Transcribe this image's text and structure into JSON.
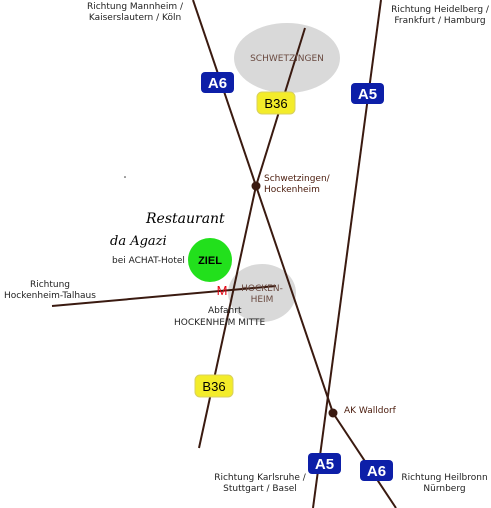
{
  "places": {
    "schwetzingen_town": "SCHWETZINGEN",
    "hockenheim_town": "HOCKEN-\nHEIM"
  },
  "highway_shields": {
    "a6_north": "A6",
    "a5_north": "A5",
    "a5_south": "A5",
    "a6_south": "A6"
  },
  "road_shields": {
    "b36_north": "B36",
    "b36_south": "B36"
  },
  "directions": {
    "mannheim": "Richtung Mannheim /\nKaiserslautern / Köln",
    "heidelberg": "Richtung Heidelberg /\nFrankfurt / Hamburg",
    "talhaus": "Richtung\nHockenheim-Talhaus",
    "karlsruhe": "Richtung Karlsruhe /\nStuttgart / Basel",
    "heilbronn": "Richtung Heilbronn\nNürnberg"
  },
  "junctions": {
    "schwetzingen_hockenheim": "Schwetzingen/\nHockenheim",
    "ak_walldorf": "AK Walldorf",
    "exit_label": "Abfahrt",
    "exit_name": "HOCKENHEIM MITTE"
  },
  "destination": {
    "restaurant_line1": "Restaurant",
    "restaurant_line2": "da Agazi",
    "hotel": "bei ACHAT-Hotel",
    "goal": "ZIEL",
    "marker_letter": "M"
  },
  "colors": {
    "road": "#3a1a10",
    "autobahn_blue": "#0d1fa8",
    "bundesstrasse_yellow": "#f3ec2a",
    "goal_green": "#22e01c",
    "town_gray": "#d9d9d9",
    "marker_red": "#e3000f",
    "label_brown": "#4a1b0c"
  }
}
